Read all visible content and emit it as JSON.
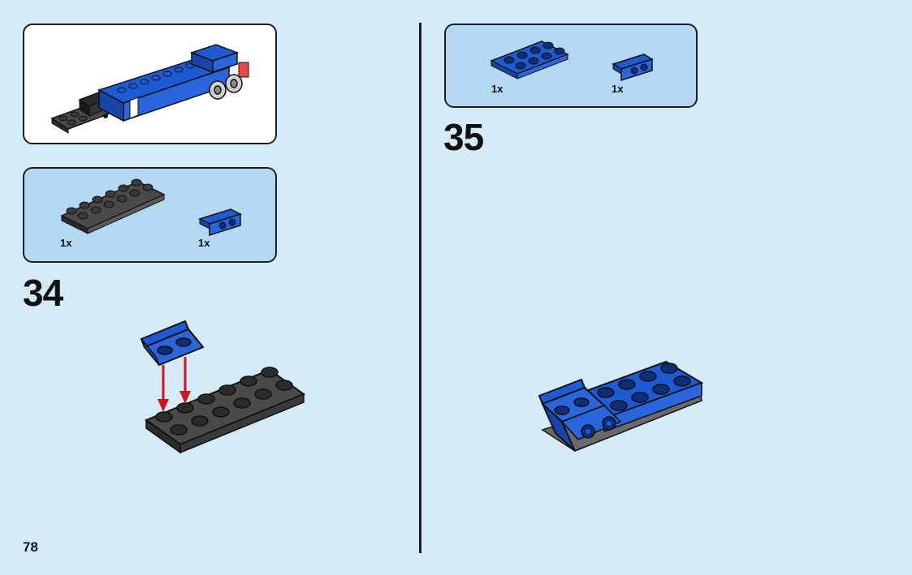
{
  "page_number": "78",
  "steps": [
    {
      "number": "34",
      "parts": [
        {
          "name": "dark-gray-plate-2x6",
          "quantity": "1x"
        },
        {
          "name": "blue-bracket-1x2",
          "quantity": "1x"
        }
      ]
    },
    {
      "number": "35",
      "parts": [
        {
          "name": "blue-plate-2x4",
          "quantity": "1x"
        },
        {
          "name": "blue-bracket-1x2",
          "quantity": "1x"
        }
      ]
    }
  ],
  "colors": {
    "background": "#d4ebfa",
    "parts_box": "#b4d8f2",
    "brick_blue": "#1e5ad2",
    "brick_dark_gray": "#4a4a4a",
    "arrow_red": "#d2141e"
  }
}
